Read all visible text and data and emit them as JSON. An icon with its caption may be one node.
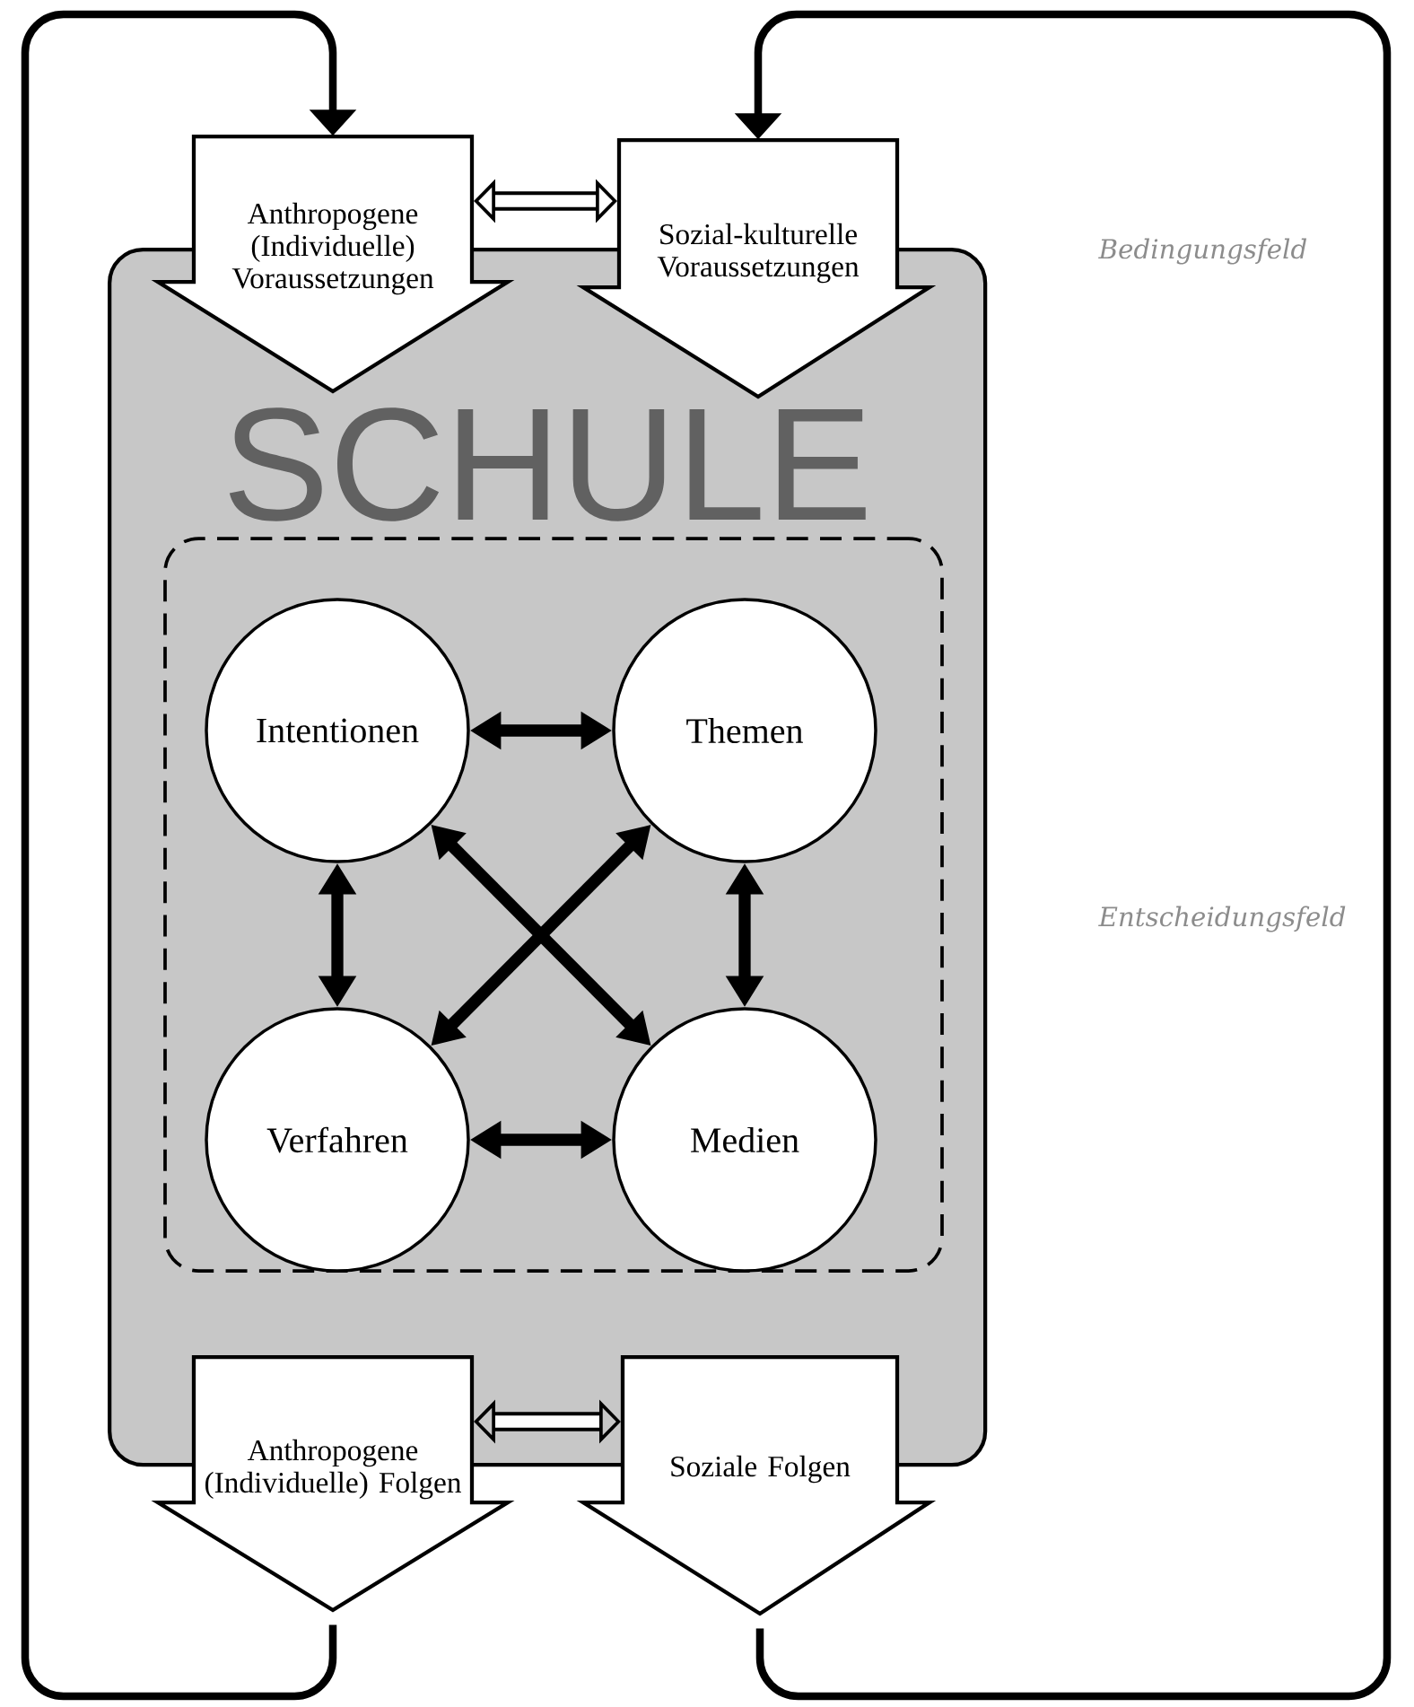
{
  "diagram": {
    "nodes": [
      {
        "text": [
          "SCHULE"
        ]
      },
      {
        "text": [
          "Anthropogene (Individuelle) Voraussetzungen"
        ]
      },
      {
        "text": [
          "Sozial-kulturelle Voraussetzungen"
        ]
      },
      {
        "text": [],
        "shape": "box",
        "in": 0
      },
      {
        "text": [
          "Intentionen"
        ],
        "in": 3
      },
      {
        "text": [
          "Themen"
        ],
        "in": 3
      },
      {
        "text": [
          "Verfahren"
        ],
        "in": 3
      },
      {
        "text": [
          "Medien"
        ],
        "in": 3
      },
      {
        "text": [
          "Anthropogene (Individuelle) Folgen"
        ]
      },
      {
        "text": [
          "Soziale Folgen"
        ]
      }
    ],
    "edges": [
      {
        "from": 8,
        "to": 1,
        "arrow": "to"
      },
      {
        "from": 9,
        "to": 2,
        "arrow": "to"
      },
      {
        "from": 1,
        "to": 2,
        "arrow": "both"
      },
      {
        "from": 8,
        "to": 9,
        "arrow": "both"
      },
      {
        "from": 4,
        "to": 5,
        "arrow": "both"
      },
      {
        "from": 4,
        "to": 6,
        "arrow": "both"
      },
      {
        "from": 4,
        "to": 7,
        "arrow": "both"
      },
      {
        "from": 5,
        "to": 6,
        "arrow": "both"
      },
      {
        "from": 5,
        "to": 7,
        "arrow": "both"
      },
      {
        "from": 6,
        "to": 7,
        "arrow": "both"
      }
    ],
    "labels": [
      "Bedingungsfeld",
      "Entscheidungsfeld"
    ]
  }
}
